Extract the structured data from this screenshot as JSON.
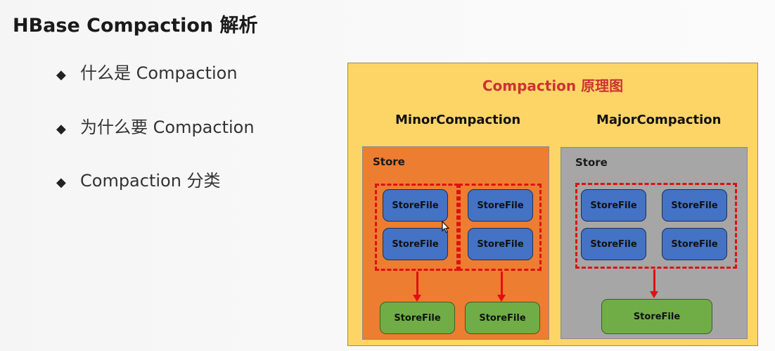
{
  "slide": {
    "title": "HBase Compaction 解析",
    "bullets": [
      {
        "icon": "diamond-bullet-icon",
        "text": "什么是 Compaction"
      },
      {
        "icon": "diamond-bullet-icon",
        "text": "为什么要 Compaction"
      },
      {
        "icon": "diamond-bullet-icon",
        "text": "Compaction 分类"
      }
    ]
  },
  "diagram": {
    "title": "Compaction 原理图",
    "colors": {
      "background": "#fdd567",
      "title": "#cc3333",
      "minor_store": "#ed7d31",
      "major_store": "#a6a6a6",
      "storefile_blue": "#4472c4",
      "storefile_green": "#70ad47",
      "dashed_group": "#e01010"
    },
    "minor": {
      "title": "MinorCompaction",
      "store_label": "Store",
      "groups": [
        {
          "files": [
            "StoreFile",
            "StoreFile"
          ]
        },
        {
          "files": [
            "StoreFile",
            "StoreFile"
          ]
        }
      ],
      "outputs": [
        "StoreFile",
        "StoreFile"
      ]
    },
    "major": {
      "title": "MajorCompaction",
      "store_label": "Store",
      "files": [
        "StoreFile",
        "StoreFile",
        "StoreFile",
        "StoreFile"
      ],
      "output": "StoreFile"
    }
  }
}
